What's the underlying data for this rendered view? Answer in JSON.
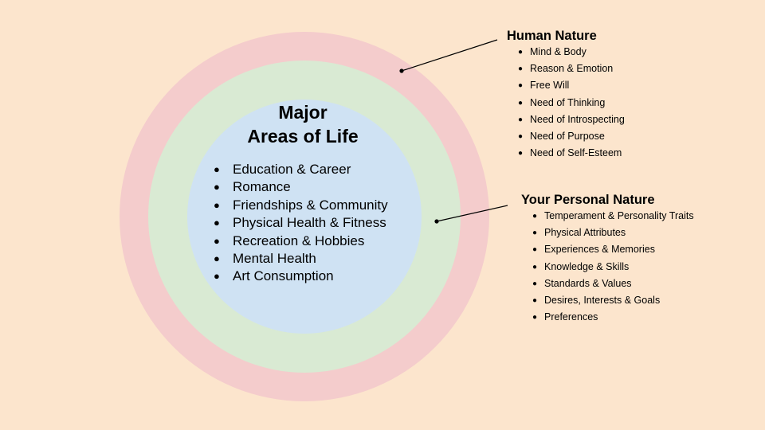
{
  "colors": {
    "background": "#fce5cd",
    "outer_ring": "#f4cccc",
    "middle_ring": "#d9ead3",
    "inner_circle": "#cfe2f3",
    "line": "#000000"
  },
  "center": {
    "title_line1": "Major",
    "title_line2": "Areas of Life",
    "items": [
      {
        "label": "Education & Career"
      },
      {
        "label": "Romance"
      },
      {
        "label": "Friendships & Community"
      },
      {
        "label": "Physical Health & Fitness"
      },
      {
        "label": "Recreation & Hobbies"
      },
      {
        "label": "Mental Health"
      },
      {
        "label": "Art Consumption"
      }
    ]
  },
  "human_nature": {
    "title": "Human Nature",
    "items": [
      {
        "label": "Mind & Body"
      },
      {
        "label": "Reason & Emotion"
      },
      {
        "label": "Free Will"
      },
      {
        "label": "Need of Thinking"
      },
      {
        "label": "Need of Introspecting"
      },
      {
        "label": "Need of Purpose"
      },
      {
        "label": "Need of Self-Esteem"
      }
    ]
  },
  "personal_nature": {
    "title": "Your Personal Nature",
    "items": [
      {
        "label": "Temperament & Personality Traits"
      },
      {
        "label": "Physical Attributes"
      },
      {
        "label": "Experiences & Memories"
      },
      {
        "label": "Knowledge & Skills"
      },
      {
        "label": "Standards & Values"
      },
      {
        "label": "Desires, Interests & Goals"
      },
      {
        "label": "Preferences"
      }
    ]
  },
  "bullet": "●"
}
